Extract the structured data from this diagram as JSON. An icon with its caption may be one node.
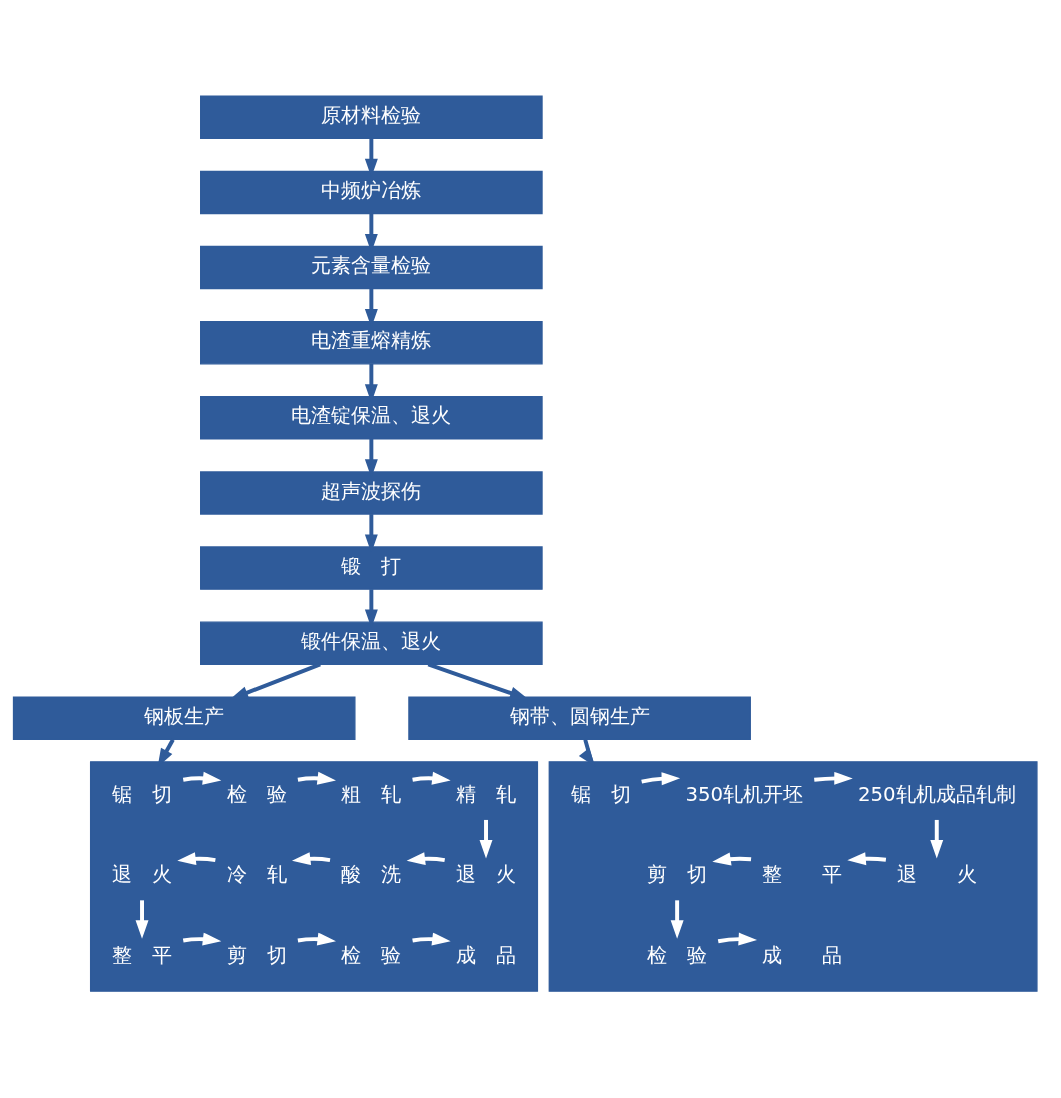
{
  "diagram": {
    "nodes": [
      {
        "text": [
          "原材料检验"
        ]
      },
      {
        "text": [
          "中频炉冶炼"
        ]
      },
      {
        "text": [
          "元素含量检验"
        ]
      },
      {
        "text": [
          "电渣重熔精炼"
        ]
      },
      {
        "text": [
          "电渣锭保温、退火"
        ]
      },
      {
        "text": [
          "超声波探伤"
        ]
      },
      {
        "text": [
          "锻　打"
        ]
      },
      {
        "text": [
          "锻件保温、退火"
        ]
      },
      {
        "text": [
          "钢板生产"
        ]
      },
      {
        "text": [
          "钢带、圆钢生产"
        ]
      },
      {
        "text": [],
        "shape": "box"
      },
      {
        "text": [
          "锯　切"
        ],
        "in": 10
      },
      {
        "text": [
          "检　验"
        ],
        "in": 10
      },
      {
        "text": [
          "粗　轧"
        ],
        "in": 10
      },
      {
        "text": [
          "精　轧"
        ],
        "in": 10
      },
      {
        "text": [
          "退　火"
        ],
        "in": 10
      },
      {
        "text": [
          "冷　轧"
        ],
        "in": 10
      },
      {
        "text": [
          "酸　洗"
        ],
        "in": 10
      },
      {
        "text": [
          "退　火"
        ],
        "in": 10
      },
      {
        "text": [
          "整　平"
        ],
        "in": 10
      },
      {
        "text": [
          "剪　切"
        ],
        "in": 10
      },
      {
        "text": [
          "检　验"
        ],
        "in": 10
      },
      {
        "text": [
          "成　品"
        ],
        "in": 10
      },
      {
        "text": [],
        "shape": "box"
      },
      {
        "text": [
          "锯　切"
        ],
        "in": 23
      },
      {
        "text": [
          "350轧机开坯"
        ],
        "in": 23
      },
      {
        "text": [
          "250轧机成品轧制"
        ],
        "in": 23
      },
      {
        "text": [
          "剪　切"
        ],
        "in": 23
      },
      {
        "text": [
          "整　　平"
        ],
        "in": 23
      },
      {
        "text": [
          "退　　火"
        ],
        "in": 23
      },
      {
        "text": [
          "检　验"
        ],
        "in": 23
      },
      {
        "text": [
          "成　　品"
        ],
        "in": 23
      }
    ],
    "edges": [
      {
        "from": 0,
        "to": 1,
        "arrow": "to",
        "color": "#2f5b9a"
      },
      {
        "from": 1,
        "to": 2,
        "arrow": "to",
        "color": "#2f5b9a"
      },
      {
        "from": 2,
        "to": 3,
        "arrow": "to",
        "color": "#2f5b9a"
      },
      {
        "from": 3,
        "to": 4,
        "arrow": "to",
        "color": "#2f5b9a"
      },
      {
        "from": 4,
        "to": 5,
        "arrow": "to",
        "color": "#2f5b9a"
      },
      {
        "from": 5,
        "to": 6,
        "arrow": "to",
        "color": "#2f5b9a"
      },
      {
        "from": 6,
        "to": 7,
        "arrow": "to",
        "color": "#2f5b9a"
      },
      {
        "from": 7,
        "to": 8,
        "arrow": "to",
        "color": "#2f5b9a"
      },
      {
        "from": 7,
        "to": 9,
        "arrow": "to",
        "color": "#2f5b9a"
      },
      {
        "from": 8,
        "to": 10,
        "arrow": "to",
        "color": "#2f5b9a"
      },
      {
        "from": 9,
        "to": 23,
        "arrow": "to",
        "color": "#2f5b9a"
      },
      {
        "from": 11,
        "to": 12,
        "arrow": "to"
      },
      {
        "from": 12,
        "to": 13,
        "arrow": "to"
      },
      {
        "from": 13,
        "to": 14,
        "arrow": "to"
      },
      {
        "from": 14,
        "to": 18,
        "arrow": "to"
      },
      {
        "from": 18,
        "to": 17,
        "arrow": "to"
      },
      {
        "from": 17,
        "to": 16,
        "arrow": "to"
      },
      {
        "from": 16,
        "to": 15,
        "arrow": "to"
      },
      {
        "from": 15,
        "to": 19,
        "arrow": "to"
      },
      {
        "from": 19,
        "to": 20,
        "arrow": "to"
      },
      {
        "from": 20,
        "to": 21,
        "arrow": "to"
      },
      {
        "from": 21,
        "to": 22,
        "arrow": "to"
      },
      {
        "from": 24,
        "to": 25,
        "arrow": "to"
      },
      {
        "from": 25,
        "to": 26,
        "arrow": "to"
      },
      {
        "from": 26,
        "to": 29,
        "arrow": "to"
      },
      {
        "from": 29,
        "to": 28,
        "arrow": "to"
      },
      {
        "from": 28,
        "to": 27,
        "arrow": "to"
      },
      {
        "from": 27,
        "to": 30,
        "arrow": "to"
      },
      {
        "from": 30,
        "to": 31,
        "arrow": "to"
      }
    ]
  }
}
